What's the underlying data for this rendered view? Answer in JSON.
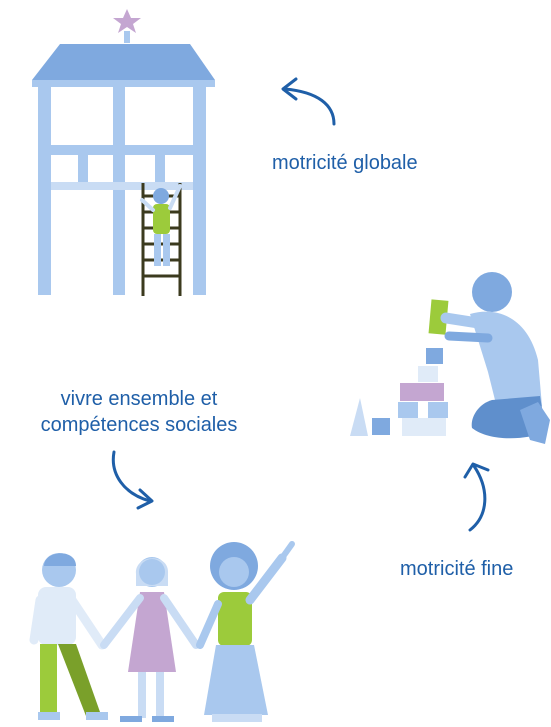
{
  "labels": {
    "gross_motor": "motricité globale",
    "fine_motor": "motricité fine",
    "social_line1": "vivre ensemble et",
    "social_line2": "compétences sociales"
  },
  "colors": {
    "text": "#1f5fa8",
    "arrow": "#1f5fa8",
    "light_blue": "#a9c8ee",
    "mid_blue": "#7fa9df",
    "green": "#9ccb3b",
    "purple": "#c4a6d1",
    "ladder": "#3b3a1e"
  },
  "icons": [
    "tower-illustration",
    "child-blocks-illustration",
    "children-group-illustration",
    "curved-arrow-icon"
  ]
}
